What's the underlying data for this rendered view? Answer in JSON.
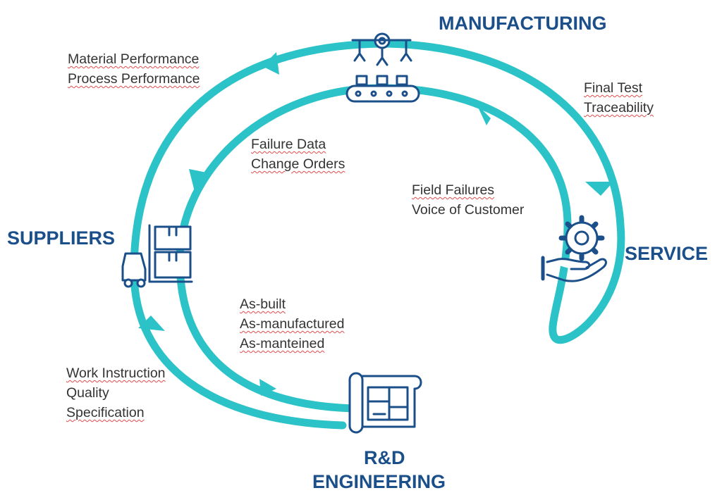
{
  "colors": {
    "loop": "#2bc3c7",
    "icon": "#1b4f8a",
    "title": "#1b4f8a",
    "text": "#333333"
  },
  "nodes": {
    "manufacturing": {
      "title": "MANUFACTURING",
      "icon": "assembly-robot-conveyor-icon"
    },
    "service": {
      "title": "SERVICE",
      "icon": "gear-on-hand-icon"
    },
    "suppliers": {
      "title": "SUPPLIERS",
      "icon": "forklift-boxes-icon"
    },
    "rd_engineering": {
      "title_line1": "R&D",
      "title_line2": "ENGINEERING",
      "icon": "blueprint-scroll-icon"
    }
  },
  "flows": {
    "suppliers_to_manufacturing": [
      "Material Performance",
      "Process Performance"
    ],
    "manufacturing_to_service": [
      "Final Test",
      "Traceability"
    ],
    "manufacturing_to_suppliers": [
      "Failure Data",
      "Change Orders"
    ],
    "service_to_manufacturing": [
      "Field Failures",
      "Voice of Customer"
    ],
    "suppliers_to_rd": [
      "As-built",
      "As-manufactured",
      "As-manteined"
    ],
    "rd_to_suppliers": [
      "Work Instruction",
      "Quality",
      "Specification"
    ]
  }
}
